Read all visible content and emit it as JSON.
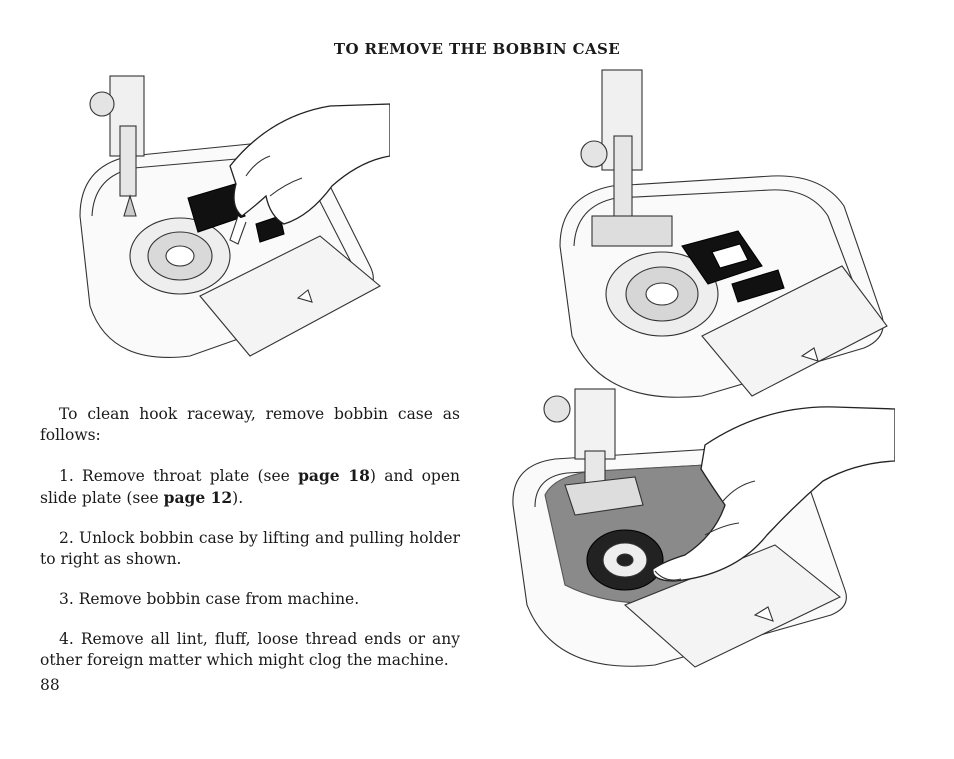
{
  "page": {
    "title": "TO REMOVE THE BOBBIN CASE",
    "intro": "To clean hook raceway, remove bobbin case as follows:",
    "steps": [
      {
        "num": "1.",
        "text_a": "Remove throat plate (see ",
        "link_a": "page 18",
        "text_b": ") and open slide plate (see ",
        "link_b": "page 12",
        "text_c": ")."
      },
      {
        "num": "2.",
        "text": "Unlock bobbin case by lifting and pulling holder to right as shown."
      },
      {
        "num": "3.",
        "text": "Remove bobbin case from machine."
      },
      {
        "num": "4.",
        "text": "Remove all lint, fluff, loose thread ends or any other foreign matter which might clog the machine."
      }
    ],
    "page_number": "88"
  }
}
